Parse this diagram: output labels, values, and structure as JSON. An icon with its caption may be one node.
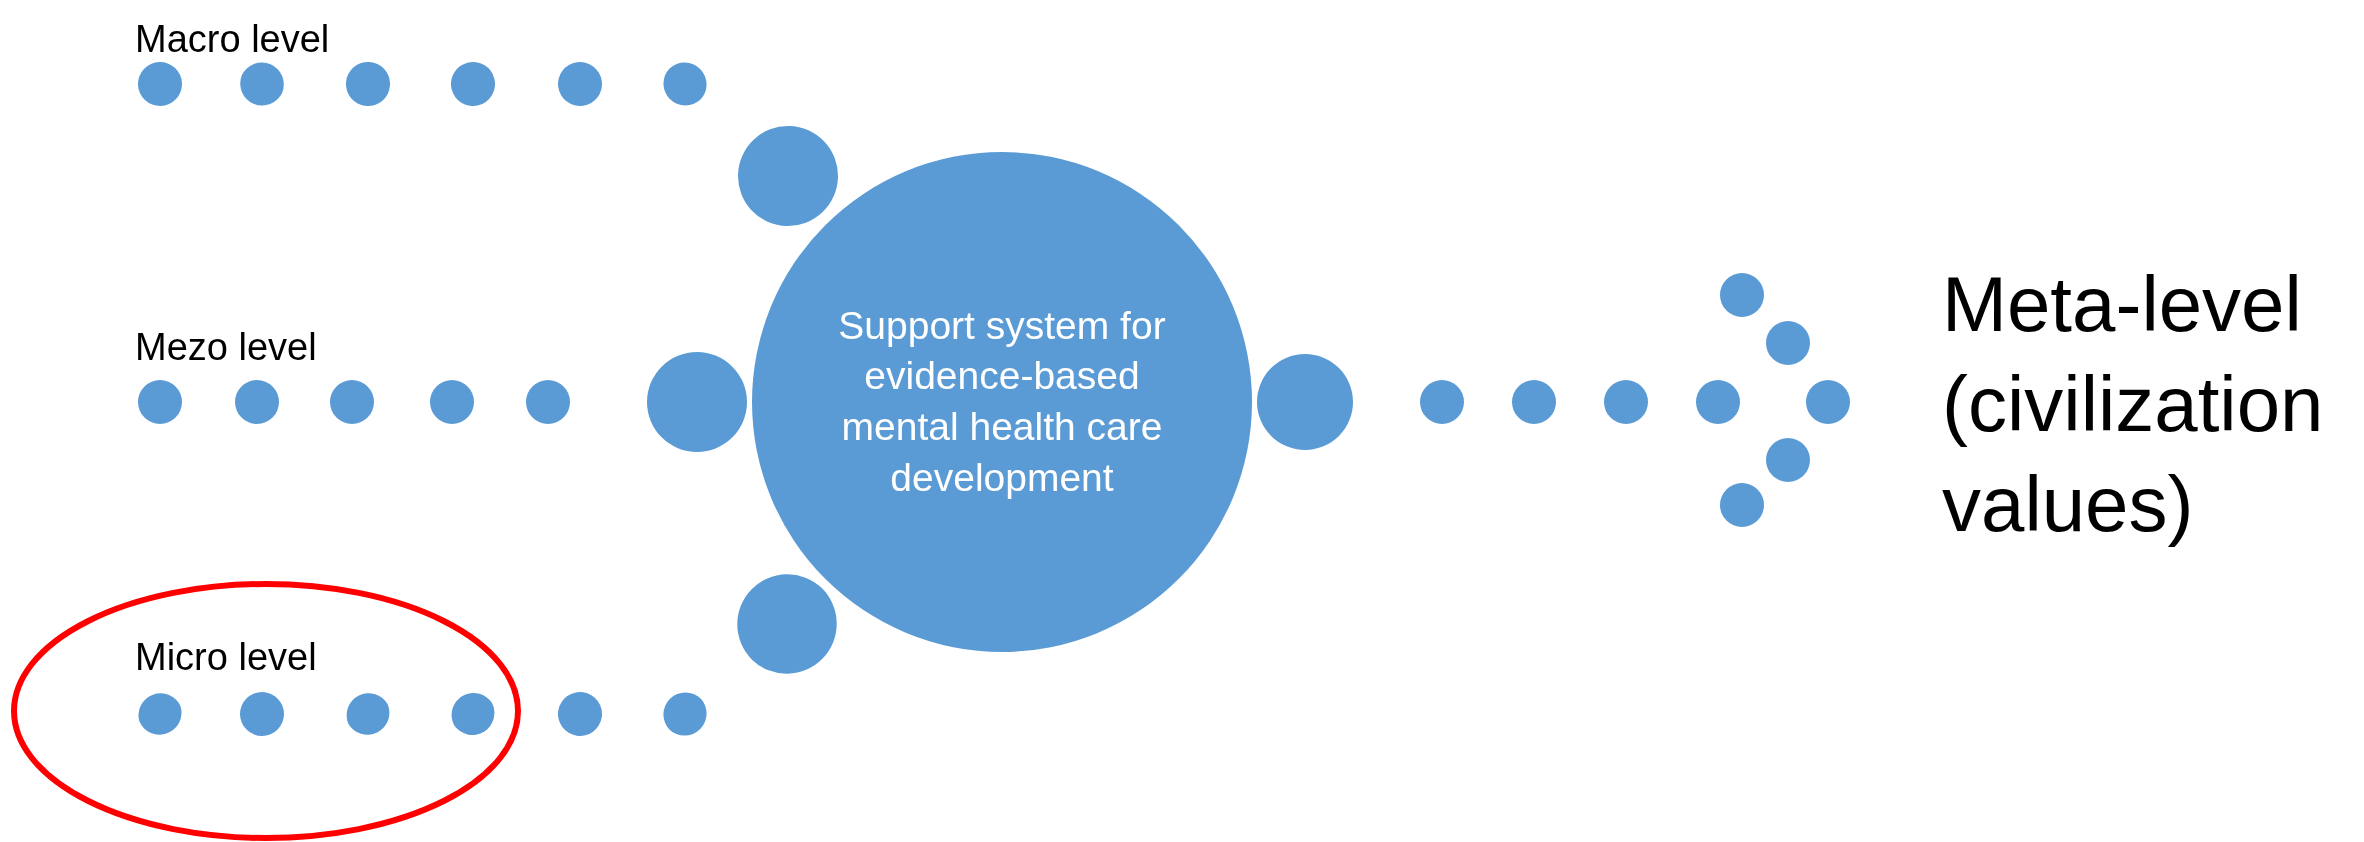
{
  "diagram": {
    "nodes": [
      {
        "text": [
          "Support system for evidence-based mental health care development"
        ]
      },
      {
        "text": [
          "Meta-level (civilization values)"
        ]
      }
    ],
    "edges": [
      {
        "from": null,
        "to": 0,
        "arrow": "none",
        "style": "dashed"
      },
      {
        "from": null,
        "to": 0,
        "arrow": "none",
        "style": "dashed"
      },
      {
        "from": null,
        "to": 0,
        "arrow": "none",
        "style": "dashed"
      },
      {
        "from": 0,
        "to": 1,
        "arrow": "to",
        "style": "dashed"
      }
    ],
    "labels": [
      "Macro level",
      "Mezo level",
      "Micro level"
    ]
  }
}
